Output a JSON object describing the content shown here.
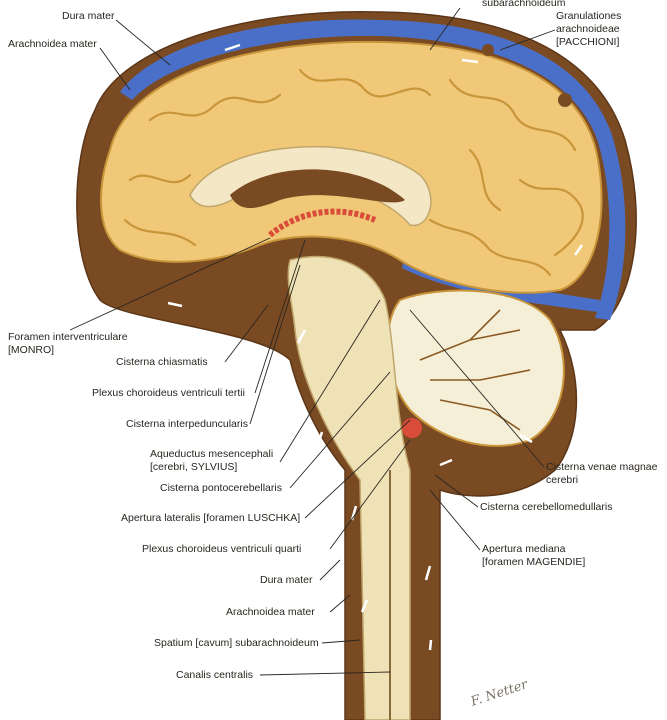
{
  "labels": {
    "dura_mater_top": "Dura mater",
    "arachnoidea_mater_top": "Arachnoidea mater",
    "subarachnoideum_top": "subarachnoideum",
    "granulationes": [
      "Granulationes",
      "arachnoideae",
      "[PACCHIONI]"
    ],
    "foramen_interventriculare": [
      "Foramen interventriculare",
      "[MONRO]"
    ],
    "cisterna_chiasmatis": "Cisterna chiasmatis",
    "plexus_choroideus_tertii": "Plexus choroideus ventriculi tertii",
    "cisterna_interpeduncularis": "Cisterna interpeduncularis",
    "aqueductus": [
      "Aqueductus mesencephali",
      "[cerebri, SYLVIUS]"
    ],
    "cisterna_pontocerebellaris": "Cisterna pontocerebellaris",
    "apertura_lateralis": "Apertura lateralis [foramen LUSCHKA]",
    "plexus_choroideus_quarti": "Plexus choroideus ventriculi quarti",
    "dura_mater_bottom": "Dura mater",
    "arachnoidea_mater_bottom": "Arachnoidea mater",
    "spatium": "Spatium [cavum] subarachnoideum",
    "canalis_centralis": "Canalis centralis",
    "cisterna_venae_magnae": [
      "Cisterna venae magnae",
      "cerebri"
    ],
    "cisterna_cerebellomedullaris": "Cisterna cerebellomedullaris",
    "apertura_mediana": [
      "Apertura mediana",
      "[foramen MAGENDIE]"
    ]
  },
  "signature": "F. Netter",
  "colors": {
    "brain": "#f1c877",
    "brain_shadow": "#c9953a",
    "csf_space": "#7a4a22",
    "venous_sinus": "#4a6fc9",
    "brainstem": "#efe2b6",
    "ventricle": "#f4ecd2",
    "plexus": "#d94c3a",
    "arrow": "#ffffff"
  }
}
